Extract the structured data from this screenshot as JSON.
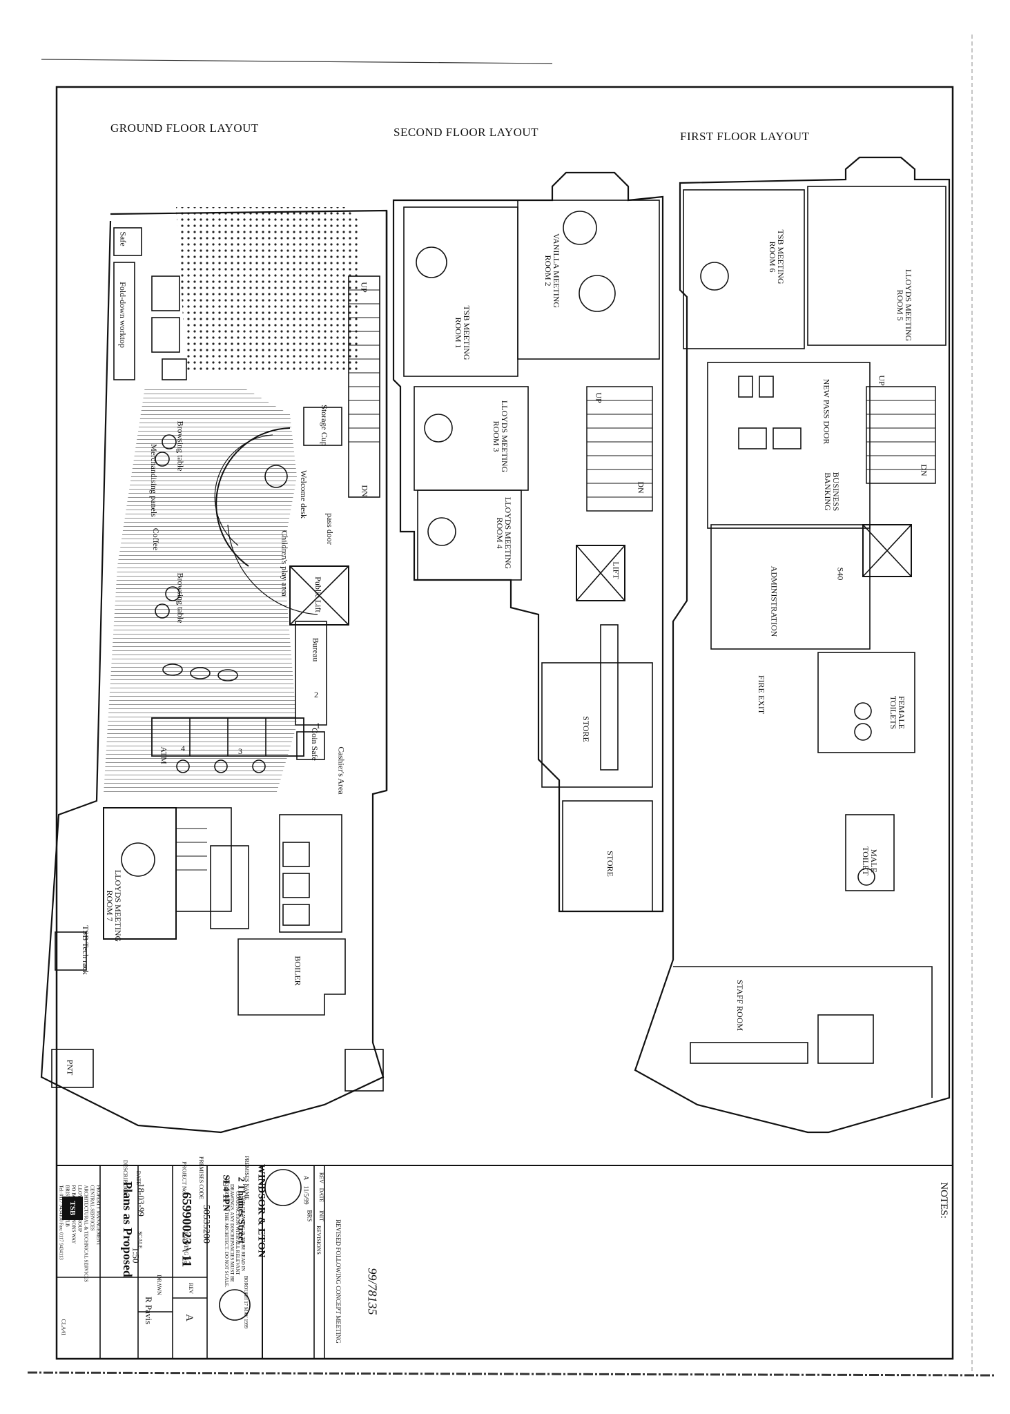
{
  "titles": {
    "ground": "GROUND FLOOR LAYOUT",
    "second": "SECOND FLOOR LAYOUT",
    "first": "FIRST FLOOR LAYOUT"
  },
  "ground_floor": {
    "safe": "Safe",
    "fold_down_worktop": "Fold-down worktop",
    "browsing_table_1": "Browsing table",
    "browsing_table_2": "Browsing table",
    "merchandising_panels": "Merchandising panels",
    "coffee": "Coffee",
    "welcome_desk": "Welcome desk",
    "storage_cup": "Storage Cup",
    "childrens_play_area": "Children's play area",
    "public_lift": "Public Lift",
    "pass_door": "pass door",
    "bureau": "Bureau",
    "coin_safe": "Coin Safe",
    "atm": "ATM",
    "cashiers_area": "Cashier's Area",
    "lloyds_meeting_room_7": "LLOYDS MEETING ROOM 7",
    "tsb_tech_rack": "TSB Tech rack",
    "boiler": "BOILER",
    "plant": "PNT",
    "up": "UP",
    "dn": "DN",
    "counter_numbers": [
      "1",
      "2",
      "3",
      "4"
    ]
  },
  "second_floor": {
    "tsb_meeting_room_1": "TSB MEETING ROOM 1",
    "vanilla_meeting_room_2": "VANILLA MEETING ROOM 2",
    "lloyds_meeting_room_3": "LLOYDS MEETING ROOM 3",
    "lloyds_meeting_room_4": "LLOYDS MEETING ROOM 4",
    "lift": "LIFT",
    "store_1": "STORE",
    "store_2": "STORE",
    "up": "UP",
    "dn": "DN"
  },
  "first_floor": {
    "tsb_meeting_room_6": "TSB MEETING ROOM 6",
    "lloyds_meeting_room_5": "LLOYDS MEETING ROOM 5",
    "new_pass_door": "NEW PASS DOOR",
    "business_banking": "BUSINESS BANKING",
    "administration": "ADMINISTRATION",
    "fire_exit": "FIRE EXIT",
    "female_toilets": "FEMALE TOILETS",
    "male_toilet": "MALE TOILET",
    "staff_room": "STAFF ROOM",
    "s40": "S40",
    "up": "UP",
    "dn": "DN"
  },
  "title_block": {
    "notes_label": "NOTES:",
    "revision": {
      "rev": "A",
      "date": "11/5/99",
      "init": "BRS",
      "description": "REVISED FOLLOWING CONCEPT MEETING"
    },
    "rev_headers": [
      "REV",
      "DATE",
      "INIT",
      "REVISIONS"
    ],
    "disclaimer": "THIS DRAWING IS TO BE READ IN CONJUNCTION WITH ALL RELEVANT DRAWINGS. ANY DISCREPANCIES MUST BE REPORTED TO THE ARCHITECT. DO NOT SCALE.",
    "premises_name_label": "PREMISES NAME",
    "premises_name": "WINDSOR & ETON",
    "address_line1": "2 Thames Street",
    "address_line2": "SL4 1PN",
    "premises_code_label": "PREMISES CODE",
    "premises_code": "50535200",
    "project_no_label": "PROJECT No.",
    "drawing_no_label": "DRAWING No.",
    "drawing_no": "65990023 \\ 11",
    "rev_label": "REV",
    "rev_value": "A",
    "date_label": "DATE",
    "date_value": "18-03-99",
    "scale_label": "SCALE",
    "scale_value": "1:50",
    "drawn_label": "DRAWN",
    "drawn_value": "R Pavis",
    "description_label": "DESCRIPTION",
    "description": "Plans as Proposed",
    "company_lines": [
      "PROPERTY MANAGEMENT",
      "CENTRAL SERVICES",
      "ARCHITECTURAL & TECHNICAL SERVICES",
      "LLOYDS TSB GROUP",
      "PO BOX 112  CANONS WAY",
      "BRISTOL BS99 7LB",
      "Tel: 0117 9434100   Fax: 0117 9434113"
    ],
    "logo_text": "TSB",
    "stamp_text": "BOROUGH 17 MAY 1999",
    "handwritten_ref": "99/78135",
    "form_code": "CLA41"
  },
  "colors": {
    "ink": "#111111",
    "paper": "#ffffff",
    "hatch": "#555555"
  }
}
